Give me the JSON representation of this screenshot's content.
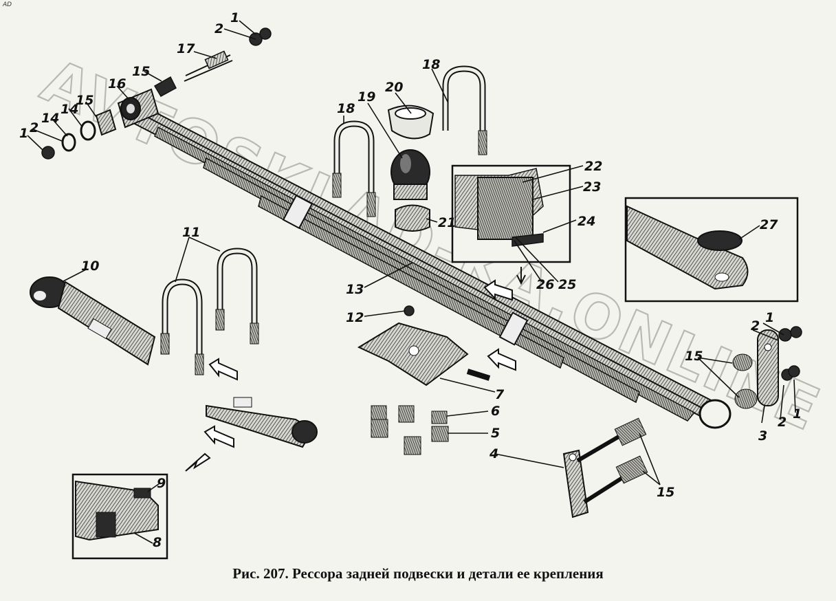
{
  "corner_mark": "AD",
  "watermark": "AVTOSKLAD-KA.ONLINE",
  "caption": "Рис. 207. Рессора задней подвески и детали ее крепления",
  "callouts": [
    {
      "id": "n1a",
      "text": "1"
    },
    {
      "id": "n2a",
      "text": "2"
    },
    {
      "id": "n17",
      "text": "17"
    },
    {
      "id": "n15a",
      "text": "15"
    },
    {
      "id": "n16",
      "text": "16"
    },
    {
      "id": "n15b",
      "text": "15"
    },
    {
      "id": "n14a",
      "text": "14"
    },
    {
      "id": "n14b",
      "text": "14"
    },
    {
      "id": "n2b",
      "text": "2"
    },
    {
      "id": "n1b",
      "text": "1"
    },
    {
      "id": "n18a",
      "text": "18"
    },
    {
      "id": "n18b",
      "text": "18"
    },
    {
      "id": "n19",
      "text": "19"
    },
    {
      "id": "n20",
      "text": "20"
    },
    {
      "id": "n21",
      "text": "21"
    },
    {
      "id": "n22",
      "text": "22"
    },
    {
      "id": "n23",
      "text": "23"
    },
    {
      "id": "n24",
      "text": "24"
    },
    {
      "id": "n25",
      "text": "25"
    },
    {
      "id": "n26",
      "text": "26"
    },
    {
      "id": "n27",
      "text": "27"
    },
    {
      "id": "n11",
      "text": "11"
    },
    {
      "id": "n10",
      "text": "10"
    },
    {
      "id": "n13",
      "text": "13"
    },
    {
      "id": "n12",
      "text": "12"
    },
    {
      "id": "n7",
      "text": "7"
    },
    {
      "id": "n6",
      "text": "6"
    },
    {
      "id": "n5",
      "text": "5"
    },
    {
      "id": "n4",
      "text": "4"
    },
    {
      "id": "n9",
      "text": "9"
    },
    {
      "id": "n8",
      "text": "8"
    },
    {
      "id": "n1c",
      "text": "1"
    },
    {
      "id": "n2c",
      "text": "2"
    },
    {
      "id": "n15c",
      "text": "15"
    },
    {
      "id": "n3",
      "text": "3"
    },
    {
      "id": "n2d",
      "text": "2"
    },
    {
      "id": "n1d",
      "text": "1"
    },
    {
      "id": "n15d",
      "text": "15"
    }
  ]
}
